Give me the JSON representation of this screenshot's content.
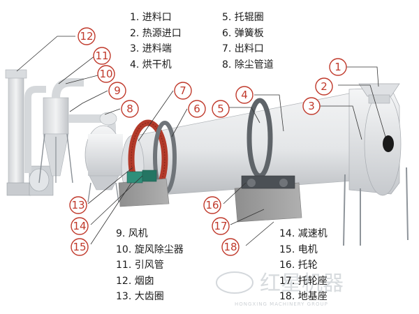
{
  "legend": {
    "col_a": [
      "1. 进料口",
      "2. 热源进口",
      "3. 进料端",
      "4. 烘干机"
    ],
    "col_b": [
      "5. 托辊圈",
      "6. 弹簧板",
      "7. 出料口",
      "8. 除尘管道"
    ],
    "col_c": [
      "9. 风机",
      "10. 旋风除尘器",
      "11. 引风管",
      "12. 烟囱",
      "13. 大齿圈"
    ],
    "col_d": [
      "14. 减速机",
      "15. 电机",
      "16. 托轮",
      "17. 托轮座",
      "18. 地基座"
    ]
  },
  "callouts": [
    "1",
    "2",
    "3",
    "4",
    "5",
    "6",
    "7",
    "8",
    "9",
    "10",
    "11",
    "12",
    "13",
    "14",
    "15",
    "16",
    "17",
    "18"
  ],
  "watermark": {
    "text": "红星机器",
    "subtext": "HONGXING MACHINERY GROUP"
  },
  "colors": {
    "callout_red": "#c0392b",
    "ring_red": "#b33a2a",
    "motor_green": "#2f8f7a",
    "drum": "#e6e8ea",
    "drum_shadow": "#c9ccd0",
    "base_grey": "#9a9a9a"
  }
}
